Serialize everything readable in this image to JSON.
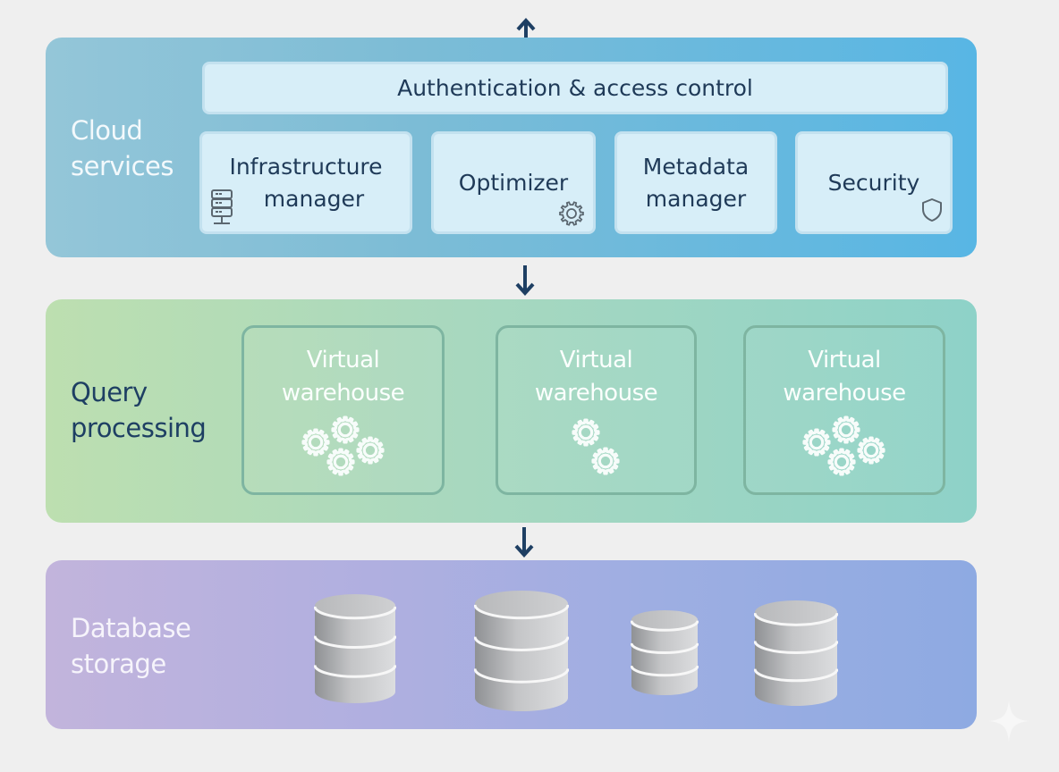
{
  "layers": {
    "cloud_services": {
      "label": "Cloud\nservices",
      "label_lines": [
        "Cloud",
        "services"
      ],
      "color_start": "#94c6d8",
      "color_end": "#58b6e4",
      "auth_bar": "Authentication & access control",
      "services": [
        {
          "lines": [
            "Infrastructure",
            "manager"
          ],
          "icon": "server-rack-icon"
        },
        {
          "lines": [
            "Optimizer"
          ],
          "icon": "gear-icon"
        },
        {
          "lines": [
            "Metadata",
            "manager"
          ],
          "icon": null
        },
        {
          "lines": [
            "Security"
          ],
          "icon": "shield-icon"
        }
      ]
    },
    "query_processing": {
      "label_lines": [
        "Query",
        "processing"
      ],
      "color_start": "#bddfb0",
      "color_end": "#8ed2c8",
      "warehouses": [
        {
          "lines": [
            "Virtual",
            "warehouse"
          ],
          "gear_count": 4
        },
        {
          "lines": [
            "Virtual",
            "warehouse"
          ],
          "gear_count": 2
        },
        {
          "lines": [
            "Virtual",
            "warehouse"
          ],
          "gear_count": 4
        }
      ]
    },
    "database_storage": {
      "label_lines": [
        "Database",
        "storage"
      ],
      "color_start": "#c2b4dc",
      "color_end": "#8eaae2",
      "databases": [
        {
          "icon": "database-cylinder-icon"
        },
        {
          "icon": "database-cylinder-icon"
        },
        {
          "icon": "database-cylinder-icon"
        },
        {
          "icon": "database-cylinder-icon"
        }
      ]
    }
  },
  "arrows": [
    {
      "direction": "up",
      "from": "cloud-services",
      "to": "external"
    },
    {
      "direction": "down",
      "from": "cloud-services",
      "to": "query-processing"
    },
    {
      "direction": "down",
      "from": "query-processing",
      "to": "database-storage"
    }
  ],
  "accent_colors": {
    "arrow": "#1e3f63",
    "panel_text": "#1f3a58"
  }
}
